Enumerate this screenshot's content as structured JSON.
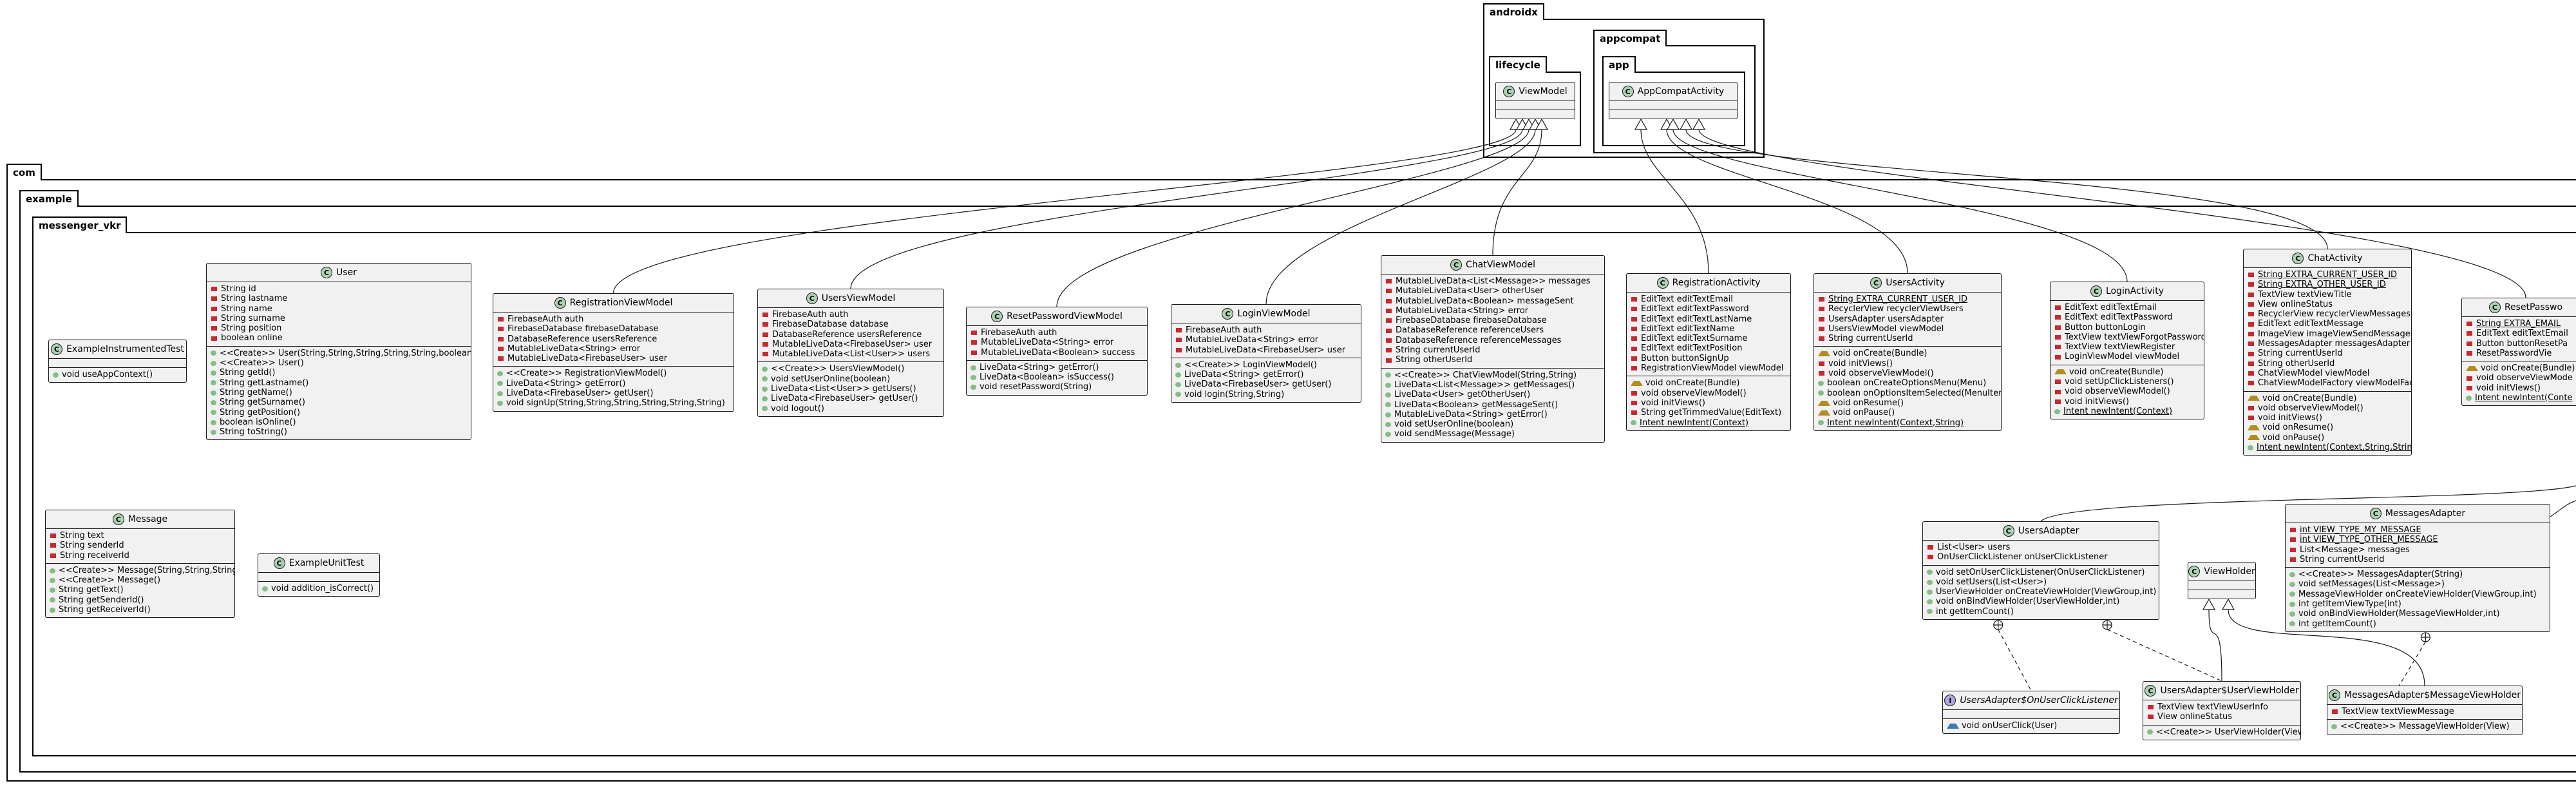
{
  "packages": {
    "androidx": "androidx",
    "appcompat": "appcompat",
    "app": "app",
    "lifecycle": "lifecycle",
    "com": "com",
    "example": "example",
    "messenger_vkr": "messenger_vkr"
  },
  "classes": {
    "ViewModel": {
      "name": "ViewModel",
      "kind": "C",
      "fields": [],
      "methods": []
    },
    "AppCompatActivity": {
      "name": "AppCompatActivity",
      "kind": "C",
      "fields": [],
      "methods": []
    },
    "ExampleInstrumentedTest": {
      "name": "ExampleInstrumentedTest",
      "kind": "C",
      "fields": [],
      "methods": [
        {
          "v": "pub",
          "t": "void useAppContext()"
        }
      ]
    },
    "User": {
      "name": "User",
      "kind": "C",
      "fields": [
        {
          "v": "priv",
          "t": "String id"
        },
        {
          "v": "priv",
          "t": "String lastname"
        },
        {
          "v": "priv",
          "t": "String name"
        },
        {
          "v": "priv",
          "t": "String surname"
        },
        {
          "v": "priv",
          "t": "String position"
        },
        {
          "v": "priv",
          "t": "boolean online"
        }
      ],
      "methods": [
        {
          "v": "pub",
          "t": "<<Create>> User(String,String,String,String,String,boolean)"
        },
        {
          "v": "pub",
          "t": "<<Create>> User()"
        },
        {
          "v": "pub",
          "t": "String getId()"
        },
        {
          "v": "pub",
          "t": "String getLastname()"
        },
        {
          "v": "pub",
          "t": "String getName()"
        },
        {
          "v": "pub",
          "t": "String getSurname()"
        },
        {
          "v": "pub",
          "t": "String getPosition()"
        },
        {
          "v": "pub",
          "t": "boolean isOnline()"
        },
        {
          "v": "pub",
          "t": "String toString()"
        }
      ]
    },
    "RegistrationViewModel": {
      "name": "RegistrationViewModel",
      "kind": "C",
      "fields": [
        {
          "v": "priv",
          "t": "FirebaseAuth auth"
        },
        {
          "v": "priv",
          "t": "FirebaseDatabase firebaseDatabase"
        },
        {
          "v": "priv",
          "t": "DatabaseReference usersReference"
        },
        {
          "v": "priv",
          "t": "MutableLiveData<String> error"
        },
        {
          "v": "priv",
          "t": "MutableLiveData<FirebaseUser> user"
        }
      ],
      "methods": [
        {
          "v": "pub",
          "t": "<<Create>> RegistrationViewModel()"
        },
        {
          "v": "pub",
          "t": "LiveData<String> getError()"
        },
        {
          "v": "pub",
          "t": "LiveData<FirebaseUser> getUser()"
        },
        {
          "v": "pub",
          "t": "void signUp(String,String,String,String,String,String)"
        }
      ]
    },
    "UsersViewModel": {
      "name": "UsersViewModel",
      "kind": "C",
      "fields": [
        {
          "v": "priv",
          "t": "FirebaseAuth auth"
        },
        {
          "v": "priv",
          "t": "FirebaseDatabase database"
        },
        {
          "v": "priv",
          "t": "DatabaseReference usersReference"
        },
        {
          "v": "priv",
          "t": "MutableLiveData<FirebaseUser> user"
        },
        {
          "v": "priv",
          "t": "MutableLiveData<List<User>> users"
        }
      ],
      "methods": [
        {
          "v": "pub",
          "t": "<<Create>> UsersViewModel()"
        },
        {
          "v": "pub",
          "t": "void setUserOnline(boolean)"
        },
        {
          "v": "pub",
          "t": "LiveData<List<User>> getUsers()"
        },
        {
          "v": "pub",
          "t": "LiveData<FirebaseUser> getUser()"
        },
        {
          "v": "pub",
          "t": "void logout()"
        }
      ]
    },
    "ResetPasswordViewModel": {
      "name": "ResetPasswordViewModel",
      "kind": "C",
      "fields": [
        {
          "v": "priv",
          "t": "FirebaseAuth auth"
        },
        {
          "v": "priv",
          "t": "MutableLiveData<String> error"
        },
        {
          "v": "priv",
          "t": "MutableLiveData<Boolean> success"
        }
      ],
      "methods": [
        {
          "v": "pub",
          "t": "LiveData<String> getError()"
        },
        {
          "v": "pub",
          "t": "LiveData<Boolean> isSuccess()"
        },
        {
          "v": "pub",
          "t": "void resetPassword(String)"
        }
      ]
    },
    "LoginViewModel": {
      "name": "LoginViewModel",
      "kind": "C",
      "fields": [
        {
          "v": "priv",
          "t": "FirebaseAuth auth"
        },
        {
          "v": "priv",
          "t": "MutableLiveData<String> error"
        },
        {
          "v": "priv",
          "t": "MutableLiveData<FirebaseUser> user"
        }
      ],
      "methods": [
        {
          "v": "pub",
          "t": "<<Create>> LoginViewModel()"
        },
        {
          "v": "pub",
          "t": "LiveData<String> getError()"
        },
        {
          "v": "pub",
          "t": "LiveData<FirebaseUser> getUser()"
        },
        {
          "v": "pub",
          "t": "void login(String,String)"
        }
      ]
    },
    "ChatViewModel": {
      "name": "ChatViewModel",
      "kind": "C",
      "fields": [
        {
          "v": "priv",
          "t": "MutableLiveData<List<Message>> messages"
        },
        {
          "v": "priv",
          "t": "MutableLiveData<User> otherUser"
        },
        {
          "v": "priv",
          "t": "MutableLiveData<Boolean> messageSent"
        },
        {
          "v": "priv",
          "t": "MutableLiveData<String> error"
        },
        {
          "v": "priv",
          "t": "FirebaseDatabase firebaseDatabase"
        },
        {
          "v": "priv",
          "t": "DatabaseReference referenceUsers"
        },
        {
          "v": "priv",
          "t": "DatabaseReference referenceMessages"
        },
        {
          "v": "priv",
          "t": "String currentUserId"
        },
        {
          "v": "priv",
          "t": "String otherUserId"
        }
      ],
      "methods": [
        {
          "v": "pub",
          "t": "<<Create>> ChatViewModel(String,String)"
        },
        {
          "v": "pub",
          "t": "LiveData<List<Message>> getMessages()"
        },
        {
          "v": "pub",
          "t": "LiveData<User> getOtherUser()"
        },
        {
          "v": "pub",
          "t": "LiveData<Boolean> getMessageSent()"
        },
        {
          "v": "pub",
          "t": "MutableLiveData<String> getError()"
        },
        {
          "v": "pub",
          "t": "void setUserOnline(boolean)"
        },
        {
          "v": "pub",
          "t": "void sendMessage(Message)"
        }
      ]
    },
    "RegistrationActivity": {
      "name": "RegistrationActivity",
      "kind": "C",
      "fields": [
        {
          "v": "priv",
          "t": "EditText editTextEmail"
        },
        {
          "v": "priv",
          "t": "EditText editTextPassword"
        },
        {
          "v": "priv",
          "t": "EditText editTextLastName"
        },
        {
          "v": "priv",
          "t": "EditText editTextName"
        },
        {
          "v": "priv",
          "t": "EditText editTextSurname"
        },
        {
          "v": "priv",
          "t": "EditText editTextPosition"
        },
        {
          "v": "priv",
          "t": "Button buttonSignUp"
        },
        {
          "v": "priv",
          "t": "RegistrationViewModel viewModel"
        }
      ],
      "methods": [
        {
          "v": "prot",
          "t": "void onCreate(Bundle)"
        },
        {
          "v": "priv",
          "t": "void observeViewModel()"
        },
        {
          "v": "priv",
          "t": "void initViews()"
        },
        {
          "v": "priv",
          "t": "String getTrimmedValue(EditText)"
        },
        {
          "v": "pub",
          "t": "Intent newIntent(Context)",
          "u": true
        }
      ]
    },
    "UsersActivity": {
      "name": "UsersActivity",
      "kind": "C",
      "fields": [
        {
          "v": "priv",
          "t": "String EXTRA_CURRENT_USER_ID",
          "u": true
        },
        {
          "v": "priv",
          "t": "RecyclerView recyclerViewUsers"
        },
        {
          "v": "priv",
          "t": "UsersAdapter usersAdapter"
        },
        {
          "v": "priv",
          "t": "UsersViewModel viewModel"
        },
        {
          "v": "priv",
          "t": "String currentUserId"
        }
      ],
      "methods": [
        {
          "v": "prot",
          "t": "void onCreate(Bundle)"
        },
        {
          "v": "priv",
          "t": "void initViews()"
        },
        {
          "v": "priv",
          "t": "void observeViewModel()"
        },
        {
          "v": "pub",
          "t": "boolean onCreateOptionsMenu(Menu)"
        },
        {
          "v": "pub",
          "t": "boolean onOptionsItemSelected(MenuItem)"
        },
        {
          "v": "prot",
          "t": "void onResume()"
        },
        {
          "v": "prot",
          "t": "void onPause()"
        },
        {
          "v": "pub",
          "t": "Intent newIntent(Context,String)",
          "u": true
        }
      ]
    },
    "LoginActivity": {
      "name": "LoginActivity",
      "kind": "C",
      "fields": [
        {
          "v": "priv",
          "t": "EditText editTextEmail"
        },
        {
          "v": "priv",
          "t": "EditText editTextPassword"
        },
        {
          "v": "priv",
          "t": "Button buttonLogin"
        },
        {
          "v": "priv",
          "t": "TextView textViewForgotPassword"
        },
        {
          "v": "priv",
          "t": "TextView textViewRegister"
        },
        {
          "v": "priv",
          "t": "LoginViewModel viewModel"
        }
      ],
      "methods": [
        {
          "v": "prot",
          "t": "void onCreate(Bundle)"
        },
        {
          "v": "priv",
          "t": "void setUpClickListeners()"
        },
        {
          "v": "priv",
          "t": "void observeViewModel()"
        },
        {
          "v": "priv",
          "t": "void initViews()"
        },
        {
          "v": "pub",
          "t": "Intent newIntent(Context)",
          "u": true
        }
      ]
    },
    "ChatActivity": {
      "name": "ChatActivity",
      "kind": "C",
      "fields": [
        {
          "v": "priv",
          "t": "String EXTRA_CURRENT_USER_ID",
          "u": true
        },
        {
          "v": "priv",
          "t": "String EXTRA_OTHER_USER_ID",
          "u": true
        },
        {
          "v": "priv",
          "t": "TextView textViewTitle"
        },
        {
          "v": "priv",
          "t": "View onlineStatus"
        },
        {
          "v": "priv",
          "t": "RecyclerView recyclerViewMessages"
        },
        {
          "v": "priv",
          "t": "EditText editTextMessage"
        },
        {
          "v": "priv",
          "t": "ImageView imageViewSendMessage"
        },
        {
          "v": "priv",
          "t": "MessagesAdapter messagesAdapter"
        },
        {
          "v": "priv",
          "t": "String currentUserId"
        },
        {
          "v": "priv",
          "t": "String otherUserId"
        },
        {
          "v": "priv",
          "t": "ChatViewModel viewModel"
        },
        {
          "v": "priv",
          "t": "ChatViewModelFactory viewModelFactory"
        }
      ],
      "methods": [
        {
          "v": "prot",
          "t": "void onCreate(Bundle)"
        },
        {
          "v": "priv",
          "t": "void observeViewModel()"
        },
        {
          "v": "priv",
          "t": "void initViews()"
        },
        {
          "v": "prot",
          "t": "void onResume()"
        },
        {
          "v": "prot",
          "t": "void onPause()"
        },
        {
          "v": "pub",
          "t": "Intent newIntent(Context,String,String)",
          "u": true
        }
      ]
    },
    "ResetPasswordActivity": {
      "name": "ResetPasswo",
      "kind": "C",
      "fields": [
        {
          "v": "priv",
          "t": "String EXTRA_EMAIL",
          "u": true
        },
        {
          "v": "priv",
          "t": "EditText editTextEmail"
        },
        {
          "v": "priv",
          "t": "Button buttonResetPa"
        },
        {
          "v": "priv",
          "t": "ResetPasswordVie"
        }
      ],
      "methods": [
        {
          "v": "prot",
          "t": "void onCreate(Bundle)"
        },
        {
          "v": "priv",
          "t": "void observeViewMode"
        },
        {
          "v": "priv",
          "t": "void initViews()"
        },
        {
          "v": "pub",
          "t": "Intent newIntent(Conte",
          "u": true
        }
      ]
    },
    "Message": {
      "name": "Message",
      "kind": "C",
      "fields": [
        {
          "v": "priv",
          "t": "String text"
        },
        {
          "v": "priv",
          "t": "String senderId"
        },
        {
          "v": "priv",
          "t": "String receiverId"
        }
      ],
      "methods": [
        {
          "v": "pub",
          "t": "<<Create>> Message(String,String,String)"
        },
        {
          "v": "pub",
          "t": "<<Create>> Message()"
        },
        {
          "v": "pub",
          "t": "String getText()"
        },
        {
          "v": "pub",
          "t": "String getSenderId()"
        },
        {
          "v": "pub",
          "t": "String getReceiverId()"
        }
      ]
    },
    "ExampleUnitTest": {
      "name": "ExampleUnitTest",
      "kind": "C",
      "fields": [],
      "methods": [
        {
          "v": "pub",
          "t": "void addition_isCorrect()"
        }
      ]
    },
    "UsersAdapter": {
      "name": "UsersAdapter",
      "kind": "C",
      "fields": [
        {
          "v": "priv",
          "t": "List<User> users"
        },
        {
          "v": "priv",
          "t": "OnUserClickListener onUserClickListener"
        }
      ],
      "methods": [
        {
          "v": "pub",
          "t": "void setOnUserClickListener(OnUserClickListener)"
        },
        {
          "v": "pub",
          "t": "void setUsers(List<User>)"
        },
        {
          "v": "pub",
          "t": "UserViewHolder onCreateViewHolder(ViewGroup,int)"
        },
        {
          "v": "pub",
          "t": "void onBindViewHolder(UserViewHolder,int)"
        },
        {
          "v": "pub",
          "t": "int getItemCount()"
        }
      ]
    },
    "ViewHolder": {
      "name": "ViewHolder",
      "kind": "C",
      "fields": [],
      "methods": []
    },
    "MessagesAdapter": {
      "name": "MessagesAdapter",
      "kind": "C",
      "fields": [
        {
          "v": "priv",
          "t": "int VIEW_TYPE_MY_MESSAGE",
          "u": true
        },
        {
          "v": "priv",
          "t": "int VIEW_TYPE_OTHER_MESSAGE",
          "u": true
        },
        {
          "v": "priv",
          "t": "List<Message> messages"
        },
        {
          "v": "priv",
          "t": "String currentUserId"
        }
      ],
      "methods": [
        {
          "v": "pub",
          "t": "<<Create>> MessagesAdapter(String)"
        },
        {
          "v": "pub",
          "t": "void setMessages(List<Message>)"
        },
        {
          "v": "pub",
          "t": "MessageViewHolder onCreateViewHolder(ViewGroup,int)"
        },
        {
          "v": "pub",
          "t": "int getItemViewType(int)"
        },
        {
          "v": "pub",
          "t": "void onBindViewHolder(MessageViewHolder,int)"
        },
        {
          "v": "pub",
          "t": "int getItemCount()"
        }
      ]
    },
    "OnUserClickListener": {
      "name": "UsersAdapter$OnUserClickListener",
      "kind": "I",
      "italic": true,
      "fields": [],
      "methods": [
        {
          "v": "pkgv",
          "t": "void onUserClick(User)"
        }
      ]
    },
    "UserViewHolder": {
      "name": "UsersAdapter$UserViewHolder",
      "kind": "C",
      "fields": [
        {
          "v": "priv",
          "t": "TextView textViewUserInfo"
        },
        {
          "v": "priv",
          "t": "View onlineStatus"
        }
      ],
      "methods": [
        {
          "v": "pub",
          "t": "<<Create>> UserViewHolder(View)"
        }
      ]
    },
    "MessageViewHolder": {
      "name": "MessagesAdapter$MessageViewHolder",
      "kind": "C",
      "fields": [
        {
          "v": "priv",
          "t": "TextView textViewMessage"
        }
      ],
      "methods": [
        {
          "v": "pub",
          "t": "<<Create>> MessageViewHolder(View)"
        }
      ]
    }
  },
  "colors": {
    "class_fill": "#f1f1f1",
    "class_badge": "#add1b2",
    "interface_badge": "#b4a7e5",
    "private": "#c82930",
    "public": "#84be84",
    "protected": "#b38d22",
    "package": "#4177af"
  }
}
